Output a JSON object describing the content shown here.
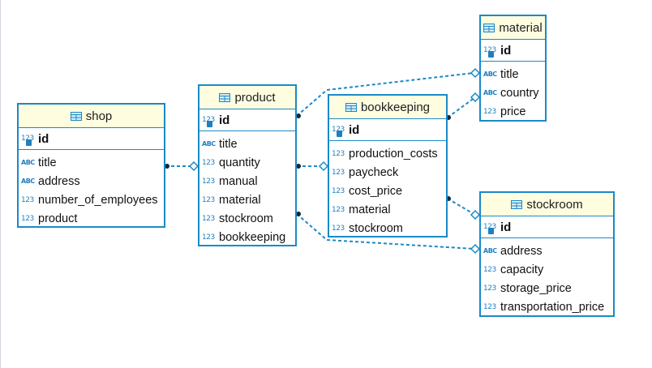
{
  "entities": {
    "shop": {
      "name": "shop",
      "pk": "id",
      "columns": [
        {
          "type": "ABC",
          "name": "title"
        },
        {
          "type": "ABC",
          "name": "address"
        },
        {
          "type": "123",
          "name": "number_of_employees"
        },
        {
          "type": "123",
          "name": "product"
        }
      ]
    },
    "product": {
      "name": "product",
      "pk": "id",
      "columns": [
        {
          "type": "ABC",
          "name": "title"
        },
        {
          "type": "123",
          "name": "quantity"
        },
        {
          "type": "123",
          "name": "manual"
        },
        {
          "type": "123",
          "name": "material"
        },
        {
          "type": "123",
          "name": "stockroom"
        },
        {
          "type": "123",
          "name": "bookkeeping"
        }
      ]
    },
    "bookkeeping": {
      "name": "bookkeeping",
      "pk": "id",
      "columns": [
        {
          "type": "123",
          "name": "production_costs"
        },
        {
          "type": "123",
          "name": "paycheck"
        },
        {
          "type": "123",
          "name": "cost_price"
        },
        {
          "type": "123",
          "name": "material"
        },
        {
          "type": "123",
          "name": "stockroom"
        }
      ]
    },
    "material": {
      "name": "material",
      "pk": "id",
      "columns": [
        {
          "type": "ABC",
          "name": "title"
        },
        {
          "type": "ABC",
          "name": "country"
        },
        {
          "type": "123",
          "name": "price"
        }
      ]
    },
    "stockroom": {
      "name": "stockroom",
      "pk": "id",
      "columns": [
        {
          "type": "ABC",
          "name": "address"
        },
        {
          "type": "123",
          "name": "capacity"
        },
        {
          "type": "123",
          "name": "storage_price"
        },
        {
          "type": "123",
          "name": "transportation_price"
        }
      ]
    }
  },
  "relations": [
    {
      "from": "shop",
      "to": "product"
    },
    {
      "from": "product",
      "to": "bookkeeping"
    },
    {
      "from": "product",
      "to": "material"
    },
    {
      "from": "product",
      "to": "stockroom"
    },
    {
      "from": "bookkeeping",
      "to": "material"
    },
    {
      "from": "bookkeeping",
      "to": "stockroom"
    }
  ],
  "colors": {
    "border": "#1a8ac8",
    "header_bg": "#fffde0",
    "type_icon": "#1f7fc0",
    "connector": "#1a8ac8",
    "endpoint_dot": "#0b2a3c"
  }
}
